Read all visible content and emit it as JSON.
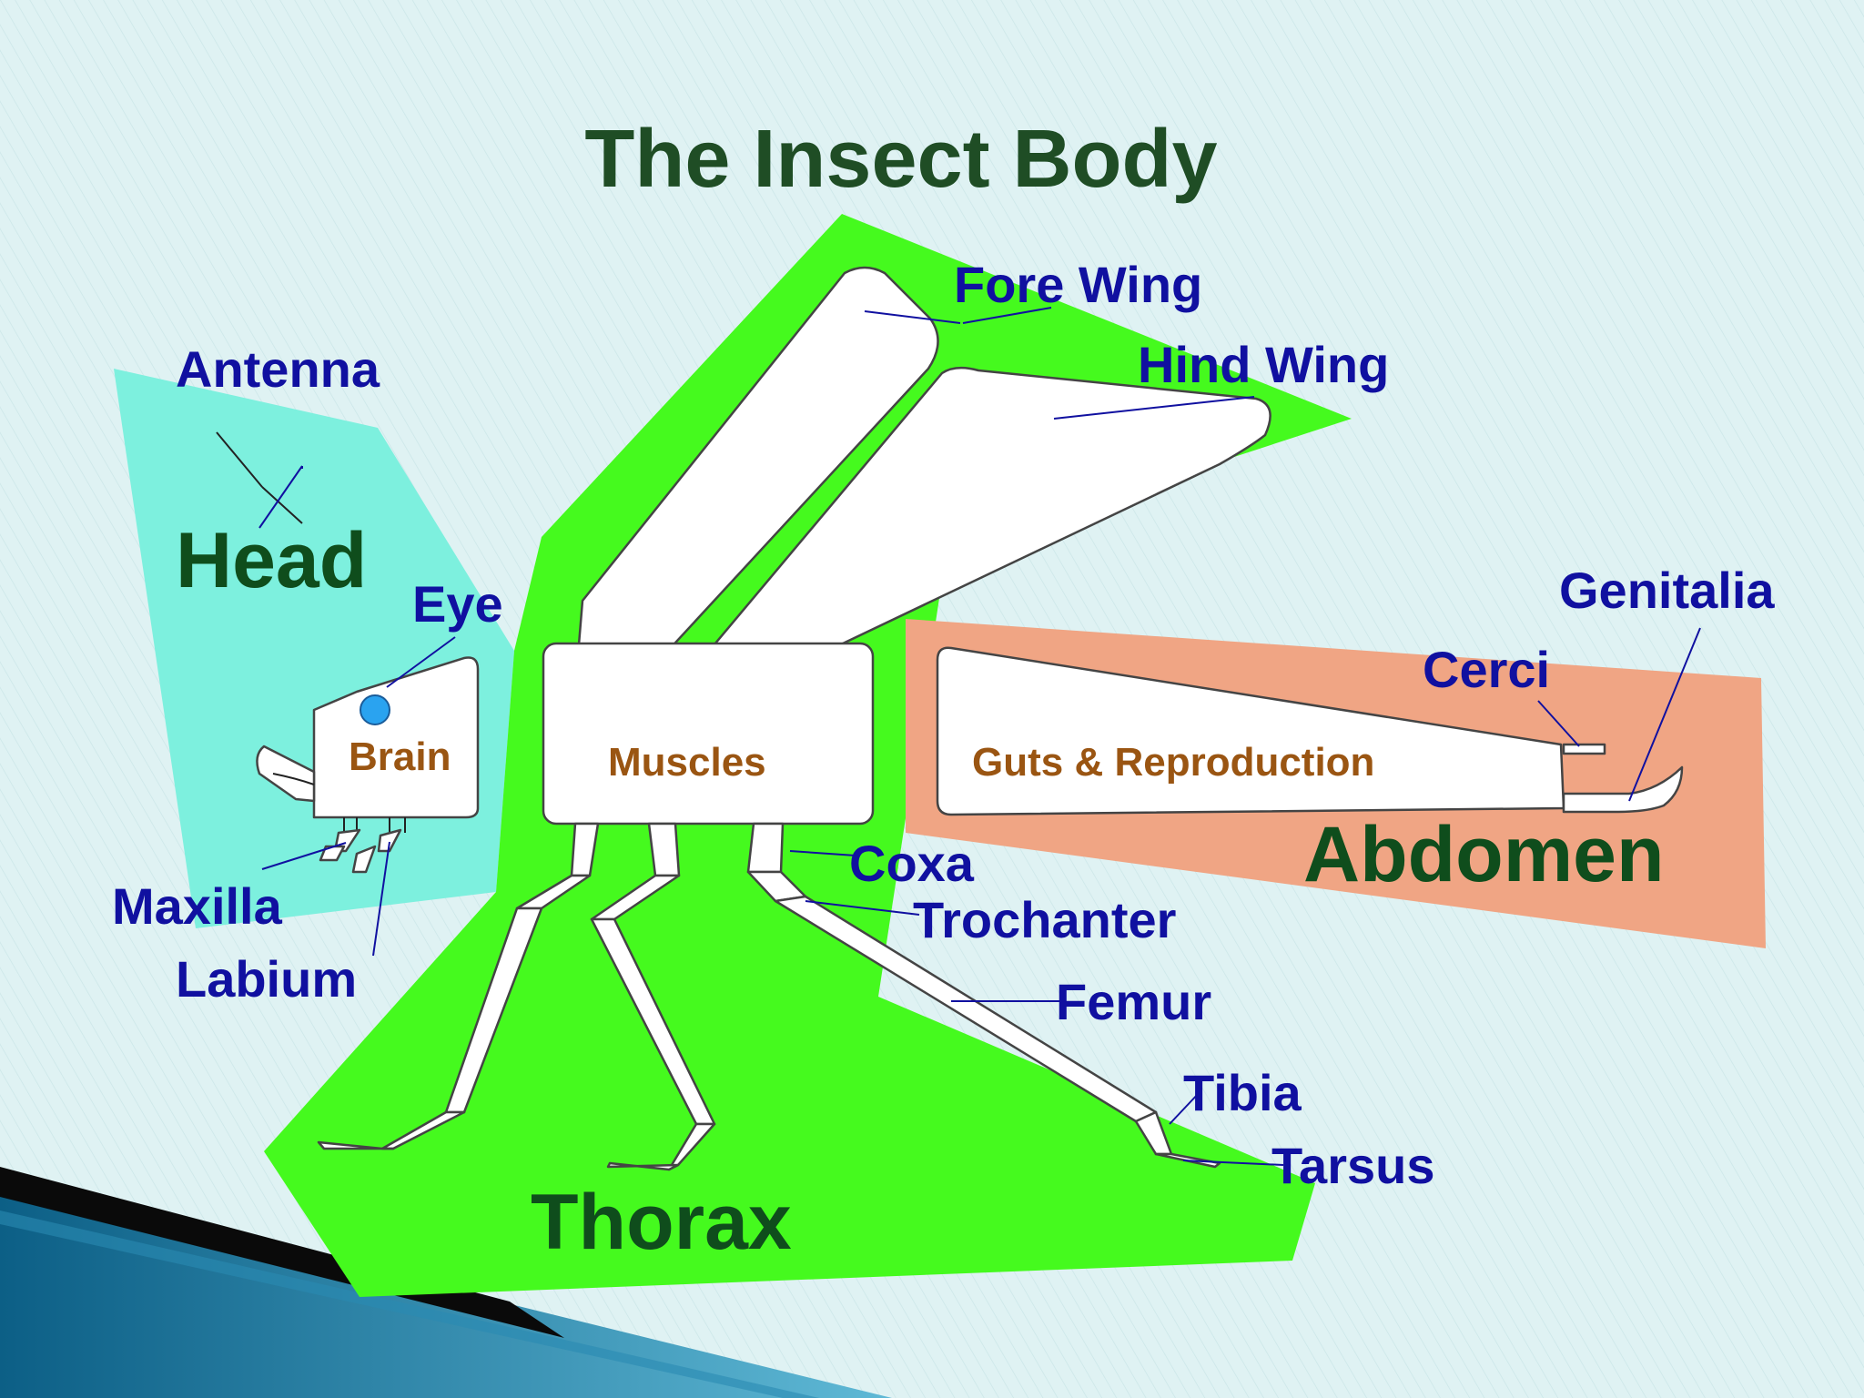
{
  "title": "The Insect Body",
  "colors": {
    "background": "#dff2f3",
    "head_region": "#7df0de",
    "thorax_region": "#45fa1e",
    "abdomen_region": "#f0a584",
    "region_label": "#0f4d1c",
    "part_label": "#1010a0",
    "organ_label": "#9a5512",
    "eye": "#2aa3f0"
  },
  "regions": {
    "head": "Head",
    "thorax": "Thorax",
    "abdomen": "Abdomen"
  },
  "organs": {
    "brain": "Brain",
    "muscles": "Muscles",
    "guts": "Guts & Reproduction"
  },
  "parts": {
    "antenna": "Antenna",
    "eye": "Eye",
    "maxilla": "Maxilla",
    "labium": "Labium",
    "fore_wing": "Fore Wing",
    "hind_wing": "Hind Wing",
    "coxa": "Coxa",
    "trochanter": "Trochanter",
    "femur": "Femur",
    "tibia": "Tibia",
    "tarsus": "Tarsus",
    "cerci": "Cerci",
    "genitalia": "Genitalia"
  }
}
